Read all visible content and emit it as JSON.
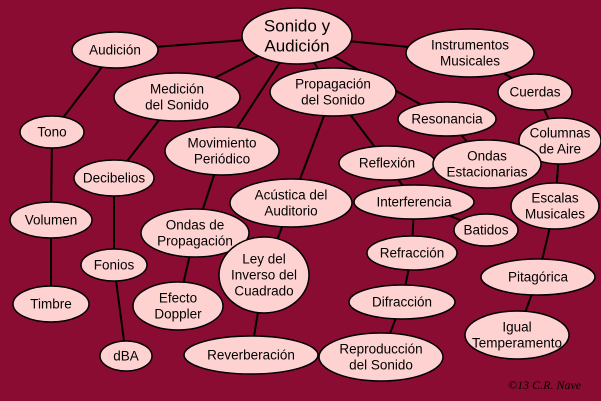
{
  "concept_map": {
    "nodes": [
      {
        "id": "sonido",
        "lines": [
          "Sonido y",
          "Audición"
        ]
      },
      {
        "id": "audicion",
        "lines": [
          "Audición"
        ]
      },
      {
        "id": "instrumentos",
        "lines": [
          "Instrumentos",
          "Musicales"
        ]
      },
      {
        "id": "medicion",
        "lines": [
          "Medición",
          "del Sonido"
        ]
      },
      {
        "id": "propagacion",
        "lines": [
          "Propagación",
          "del Sonido"
        ]
      },
      {
        "id": "cuerdas",
        "lines": [
          "Cuerdas"
        ]
      },
      {
        "id": "tono",
        "lines": [
          "Tono"
        ]
      },
      {
        "id": "resonancia",
        "lines": [
          "Resonancia"
        ]
      },
      {
        "id": "columnas",
        "lines": [
          "Columnas",
          "de Aire"
        ]
      },
      {
        "id": "movimiento",
        "lines": [
          "Movimiento",
          "Periódico"
        ]
      },
      {
        "id": "reflexion",
        "lines": [
          "Reflexión"
        ]
      },
      {
        "id": "ondas_est",
        "lines": [
          "Ondas",
          "Estacionarias"
        ]
      },
      {
        "id": "decibelios",
        "lines": [
          "Decibelios"
        ]
      },
      {
        "id": "acustica",
        "lines": [
          "Acústica del",
          "Auditorio"
        ]
      },
      {
        "id": "interferencia",
        "lines": [
          "Interferencia"
        ]
      },
      {
        "id": "escalas",
        "lines": [
          "Escalas",
          "Musicales"
        ]
      },
      {
        "id": "volumen",
        "lines": [
          "Volumen"
        ]
      },
      {
        "id": "ondas_prop",
        "lines": [
          "Ondas de",
          "Propagación"
        ]
      },
      {
        "id": "batidos",
        "lines": [
          "Batidos"
        ]
      },
      {
        "id": "ley",
        "lines": [
          "Ley del",
          "Inverso del",
          "Cuadrado"
        ]
      },
      {
        "id": "refraccion",
        "lines": [
          "Refracción"
        ]
      },
      {
        "id": "fonios",
        "lines": [
          "Fonios"
        ]
      },
      {
        "id": "pitagorica",
        "lines": [
          "Pitagórica"
        ]
      },
      {
        "id": "efecto",
        "lines": [
          "Efecto",
          "Doppler"
        ]
      },
      {
        "id": "timbre",
        "lines": [
          "Timbre"
        ]
      },
      {
        "id": "difraccion",
        "lines": [
          "Difracción"
        ]
      },
      {
        "id": "igual",
        "lines": [
          "Igual",
          "Temperamento"
        ]
      },
      {
        "id": "reverberacion",
        "lines": [
          "Reverberación"
        ]
      },
      {
        "id": "dba",
        "lines": [
          "dBA"
        ]
      },
      {
        "id": "reproduccion",
        "lines": [
          "Reproducción",
          "del Sonido"
        ]
      }
    ],
    "edges": [
      [
        "sonido",
        "audicion"
      ],
      [
        "sonido",
        "medicion"
      ],
      [
        "sonido",
        "movimiento"
      ],
      [
        "sonido",
        "propagacion"
      ],
      [
        "sonido",
        "instrumentos"
      ],
      [
        "sonido",
        "resonancia"
      ],
      [
        "audicion",
        "tono"
      ],
      [
        "tono",
        "volumen"
      ],
      [
        "volumen",
        "timbre"
      ],
      [
        "medicion",
        "decibelios"
      ],
      [
        "decibelios",
        "fonios"
      ],
      [
        "fonios",
        "dba"
      ],
      [
        "movimiento",
        "ondas_prop"
      ],
      [
        "ondas_prop",
        "efecto"
      ],
      [
        "propagacion",
        "acustica"
      ],
      [
        "acustica",
        "ley"
      ],
      [
        "ley",
        "reverberacion"
      ],
      [
        "propagacion",
        "reflexion"
      ],
      [
        "reflexion",
        "interferencia"
      ],
      [
        "interferencia",
        "batidos"
      ],
      [
        "interferencia",
        "refraccion"
      ],
      [
        "refraccion",
        "difraccion"
      ],
      [
        "difraccion",
        "reproduccion"
      ],
      [
        "instrumentos",
        "cuerdas"
      ],
      [
        "cuerdas",
        "columnas"
      ],
      [
        "resonancia",
        "ondas_est"
      ],
      [
        "columnas",
        "escalas"
      ],
      [
        "escalas",
        "pitagorica"
      ],
      [
        "pitagorica",
        "igual"
      ]
    ],
    "colors": {
      "background": "#8a0c32",
      "node_fill": "#ffd2d2",
      "line": "#000000"
    }
  },
  "credit": "©13 C.R. Nave"
}
